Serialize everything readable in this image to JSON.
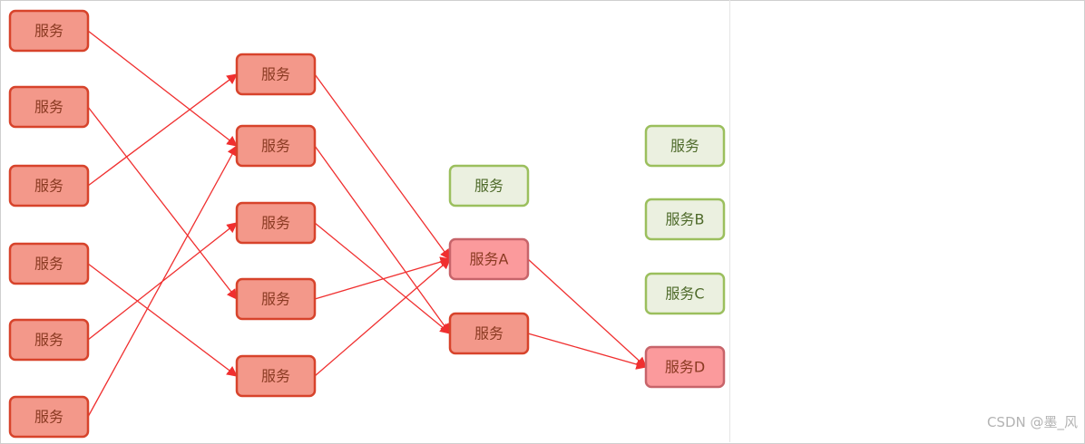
{
  "nodes": [
    {
      "id": "c1",
      "label": "服务",
      "style": "red"
    },
    {
      "id": "c2",
      "label": "服务",
      "style": "red"
    },
    {
      "id": "c3",
      "label": "服务",
      "style": "red"
    },
    {
      "id": "c4",
      "label": "服务",
      "style": "red"
    },
    {
      "id": "c5",
      "label": "服务",
      "style": "red"
    },
    {
      "id": "c6",
      "label": "服务",
      "style": "red"
    },
    {
      "id": "m1",
      "label": "服务",
      "style": "red"
    },
    {
      "id": "m2",
      "label": "服务",
      "style": "red"
    },
    {
      "id": "m3",
      "label": "服务",
      "style": "red"
    },
    {
      "id": "m4",
      "label": "服务",
      "style": "red"
    },
    {
      "id": "m5",
      "label": "服务",
      "style": "red"
    },
    {
      "id": "g1",
      "label": "服务",
      "style": "green"
    },
    {
      "id": "svcA",
      "label": "服务A",
      "style": "red-light"
    },
    {
      "id": "r2",
      "label": "服务",
      "style": "red"
    },
    {
      "id": "g2",
      "label": "服务",
      "style": "green"
    },
    {
      "id": "svcB",
      "label": "服务B",
      "style": "green"
    },
    {
      "id": "svcC",
      "label": "服务C",
      "style": "green"
    },
    {
      "id": "svcD",
      "label": "服务D",
      "style": "red-light"
    }
  ],
  "edges": [
    {
      "from": "c1",
      "to": "m2"
    },
    {
      "from": "c2",
      "to": "m4"
    },
    {
      "from": "c3",
      "to": "m1"
    },
    {
      "from": "c4",
      "to": "m5"
    },
    {
      "from": "c5",
      "to": "m3"
    },
    {
      "from": "c6",
      "to": "m2"
    },
    {
      "from": "m1",
      "to": "svcA"
    },
    {
      "from": "m2",
      "to": "r2"
    },
    {
      "from": "m3",
      "to": "r2"
    },
    {
      "from": "m4",
      "to": "svcA"
    },
    {
      "from": "m5",
      "to": "svcA"
    },
    {
      "from": "svcA",
      "to": "svcD"
    },
    {
      "from": "r2",
      "to": "svcD"
    }
  ],
  "colors": {
    "red_fill": "#f3988a",
    "red_stroke": "#d7432b",
    "red_light_fill": "#fb9a9c",
    "green_fill": "#ebf0e0",
    "green_stroke": "#9bbf5d",
    "edge": "#f02f2f"
  },
  "watermark": "CSDN @墨_风"
}
